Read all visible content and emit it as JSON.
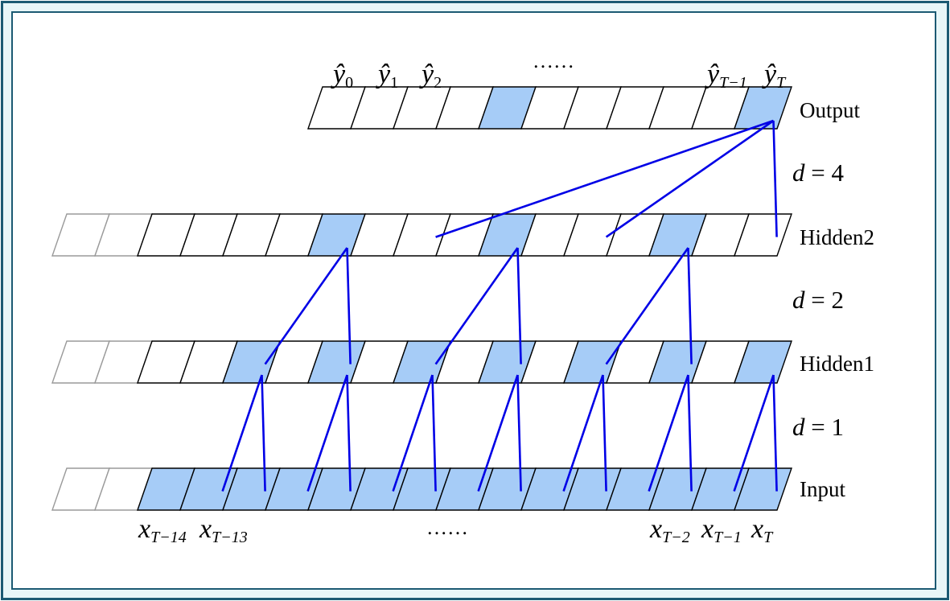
{
  "layers": [
    {
      "id": "output",
      "label": "Output",
      "padding_cells": 0,
      "active": [
        10
      ]
    },
    {
      "id": "hidden2",
      "label": "Hidden2",
      "padding_cells": 2,
      "active": [
        6,
        10,
        14
      ]
    },
    {
      "id": "hidden1",
      "label": "Hidden1",
      "padding_cells": 2,
      "active": [
        4,
        6,
        8,
        10,
        12,
        14,
        16
      ]
    },
    {
      "id": "input",
      "label": "Input",
      "padding_cells": 2,
      "active": [
        2,
        3,
        4,
        5,
        6,
        7,
        8,
        9,
        10,
        11,
        12,
        13,
        14,
        15,
        16
      ]
    }
  ],
  "dilations": [
    {
      "id": "d4",
      "var": "d",
      "eq": " = ",
      "value": "4"
    },
    {
      "id": "d2",
      "var": "d",
      "eq": " = ",
      "value": "2"
    },
    {
      "id": "d1",
      "var": "d",
      "eq": " = ",
      "value": "1"
    }
  ],
  "output_labels": [
    {
      "base": "ŷ",
      "sub": "0"
    },
    {
      "base": "ŷ",
      "sub": "1"
    },
    {
      "base": "ŷ",
      "sub": "2"
    },
    {
      "base": "ŷ",
      "sub": "T−1"
    },
    {
      "base": "ŷ",
      "sub": "T"
    }
  ],
  "input_labels": [
    {
      "base": "x",
      "sub": "T−14"
    },
    {
      "base": "x",
      "sub": "T−13"
    },
    {
      "base": "x",
      "sub": "T−2"
    },
    {
      "base": "x",
      "sub": "T−1"
    },
    {
      "base": "x",
      "sub": "T"
    }
  ],
  "ellipsis": "……",
  "colors": {
    "cell_fill_active": "#a6ccf7",
    "cell_stroke": "#000000",
    "pad_stroke": "#9a9a9a",
    "connection": "#0000e6",
    "frame": "#1c5a73"
  }
}
